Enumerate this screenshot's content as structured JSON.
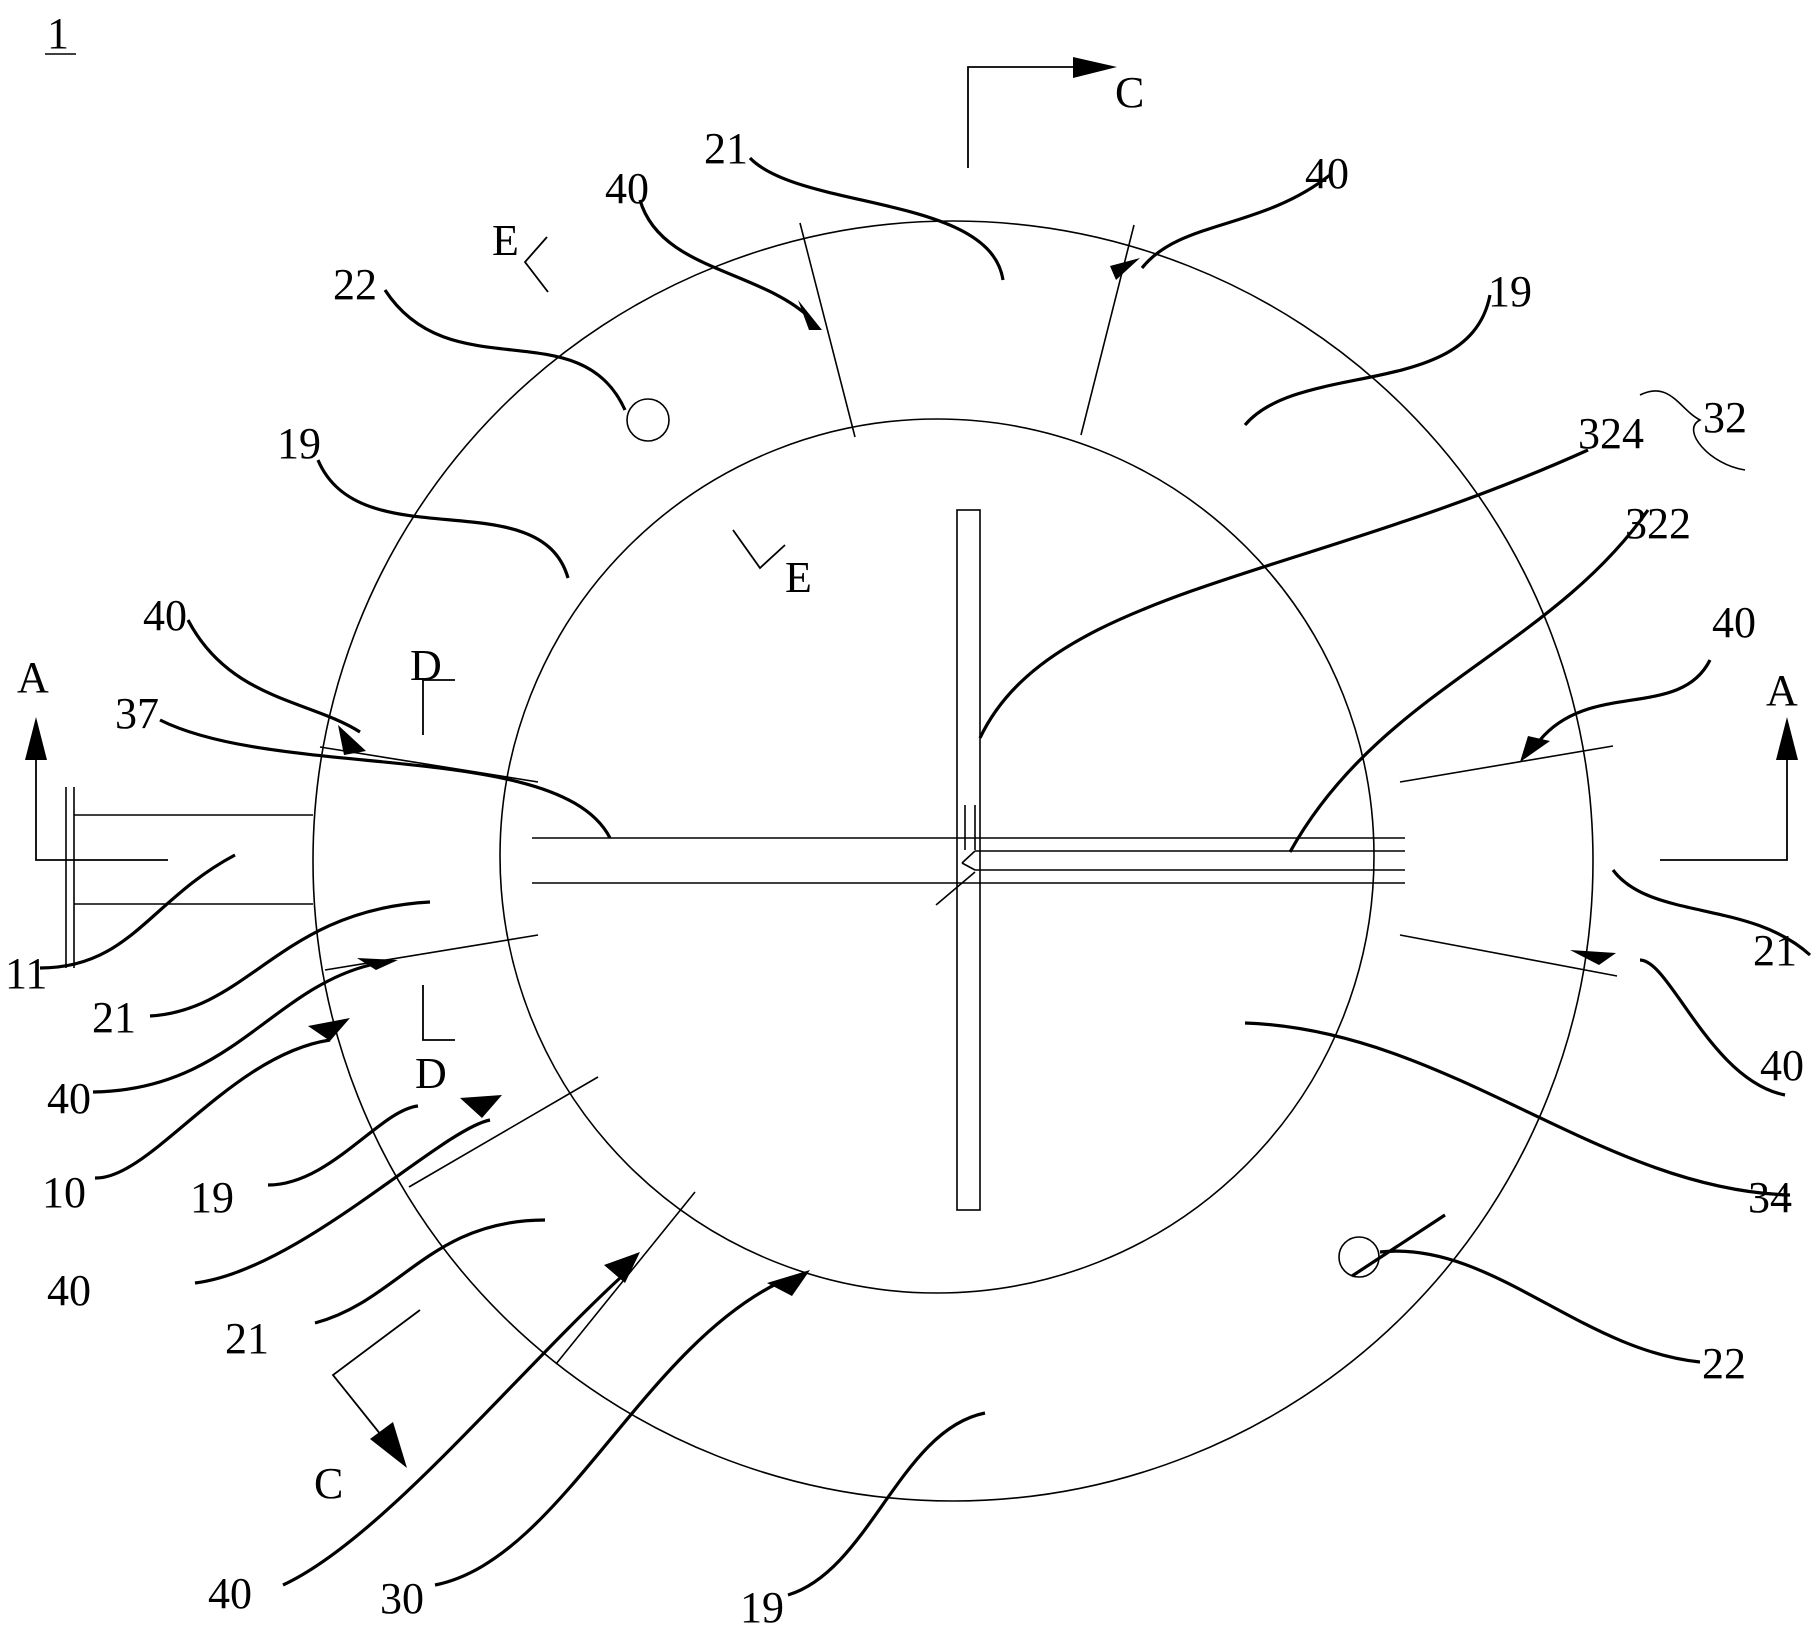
{
  "figure": {
    "number": "1",
    "labels": {
      "c_top": "C",
      "c_bot": "C",
      "a_left": "A",
      "a_right": "A",
      "d_top": "D",
      "d_bot": "D",
      "e_top": "E",
      "e_bot": "E",
      "l21_top": "21",
      "l40_tl": "40",
      "l40_tr": "40",
      "l22_tl": "22",
      "l19_tr": "19",
      "l324": "324",
      "l32": "32",
      "l322": "322",
      "l19_l": "19",
      "l40_l": "40",
      "l37": "37",
      "l40_r": "40",
      "l11": "11",
      "l21_l": "21",
      "l21_r": "21",
      "l40_l2": "40",
      "l40_r2": "40",
      "l10": "10",
      "l19_l2": "19",
      "l34": "34",
      "l40_bl": "40",
      "l21_bl": "21",
      "l22_br": "22",
      "l40_b": "40",
      "l30": "30",
      "l19_b": "19"
    }
  }
}
